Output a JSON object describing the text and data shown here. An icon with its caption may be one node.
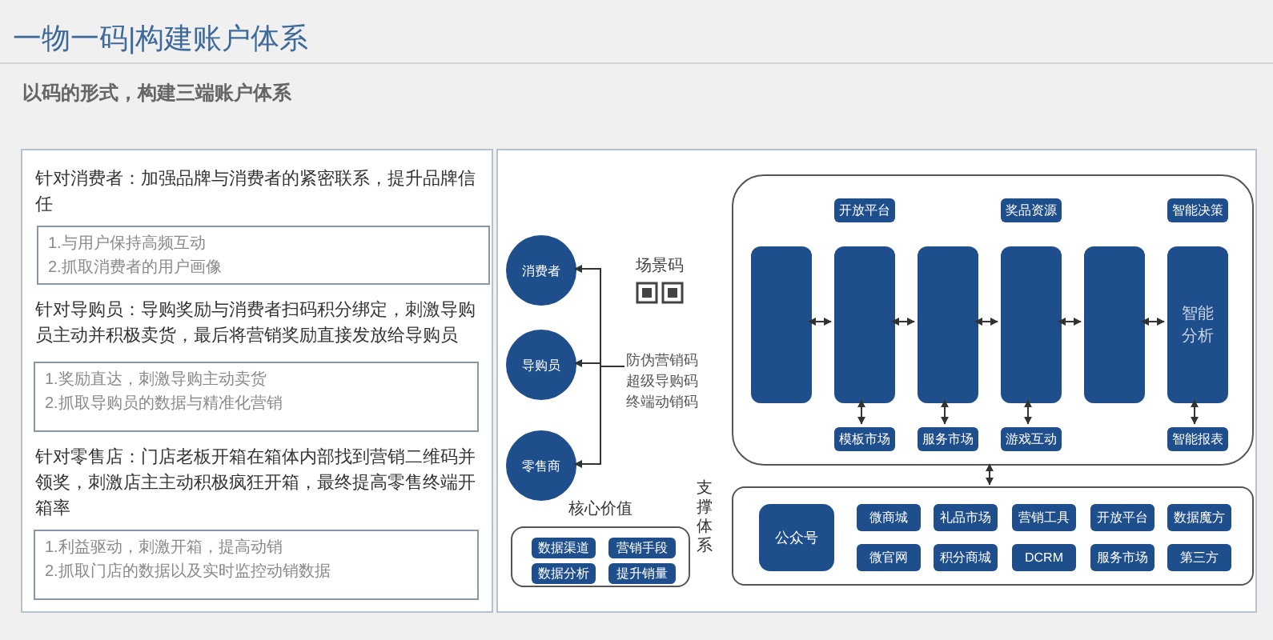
{
  "diagram": {
    "title": "一物一码|构建账户体系",
    "nodes": [
      {
        "text": [],
        "shape": "box"
      },
      {
        "text": [
          "1.与用户保持高频互动",
          "2.抓取消费者的用户画像"
        ],
        "in": 0
      },
      {
        "text": [
          "1.奖励直达，刺激导购主动卖货",
          "2.抓取导购员的数据与精准化营销"
        ],
        "in": 0
      },
      {
        "text": [
          "1.利益驱动，刺激开箱，提高动销",
          "2.抓取门店的数据以及实时监控动销数据"
        ],
        "in": 0
      },
      {
        "text": [],
        "shape": "box"
      },
      {
        "text": [
          "消费者"
        ],
        "in": 4
      },
      {
        "text": [
          "导购员"
        ],
        "in": 4
      },
      {
        "text": [
          "零售商"
        ],
        "in": 4
      },
      {
        "text": [
          "场景码"
        ],
        "beside": [
          "防伪营销码",
          "超级导购码",
          "终端动销码"
        ],
        "in": 4
      },
      {
        "text": [
          "核心价值"
        ],
        "in": 4
      },
      {
        "text": [
          "数据渠道"
        ],
        "in": 9
      },
      {
        "text": [
          "营销手段"
        ],
        "in": 9
      },
      {
        "text": [
          "数据分析"
        ],
        "in": 9
      },
      {
        "text": [
          "提升销量"
        ],
        "in": 9
      },
      {
        "text": [],
        "shape": "box",
        "in": 4
      },
      {
        "text": [
          "开放平台"
        ],
        "in": 14
      },
      {
        "text": [
          "奖品资源"
        ],
        "in": 14
      },
      {
        "text": [
          "智能决策"
        ],
        "in": 14
      },
      {
        "text": [],
        "shape": "bar",
        "in": 14
      },
      {
        "text": [],
        "shape": "bar",
        "in": 14
      },
      {
        "text": [],
        "shape": "bar",
        "in": 14
      },
      {
        "text": [],
        "shape": "bar",
        "in": 14
      },
      {
        "text": [],
        "shape": "bar",
        "in": 14
      },
      {
        "text": [
          "智能分析"
        ],
        "in": 14
      },
      {
        "text": [
          "模板市场"
        ],
        "in": 14
      },
      {
        "text": [
          "服务市场"
        ],
        "in": 14
      },
      {
        "text": [
          "游戏互动"
        ],
        "in": 14
      },
      {
        "text": [
          "智能报表"
        ],
        "in": 14
      },
      {
        "text": [],
        "shape": "box",
        "beside": [
          "支撑体系"
        ],
        "in": 4
      },
      {
        "text": [
          "公众号"
        ],
        "in": 28
      },
      {
        "text": [
          "微商城"
        ],
        "in": 28
      },
      {
        "text": [
          "礼品市场"
        ],
        "in": 28
      },
      {
        "text": [
          "营销工具"
        ],
        "in": 28
      },
      {
        "text": [
          "开放平台"
        ],
        "in": 28
      },
      {
        "text": [
          "数据魔方"
        ],
        "in": 28
      },
      {
        "text": [
          "微官网"
        ],
        "in": 28
      },
      {
        "text": [
          "积分商城"
        ],
        "in": 28
      },
      {
        "text": [
          "DCRM"
        ],
        "in": 28
      },
      {
        "text": [
          "服务市场"
        ],
        "in": 28
      },
      {
        "text": [
          "第三方"
        ],
        "in": 28
      }
    ],
    "edges": [
      {
        "from": 8,
        "to": 5,
        "arrow": "to"
      },
      {
        "from": 8,
        "to": 6,
        "arrow": "to"
      },
      {
        "from": 8,
        "to": 7,
        "arrow": "to"
      },
      {
        "from": 18,
        "to": 19,
        "arrow": "both"
      },
      {
        "from": 19,
        "to": 20,
        "arrow": "both"
      },
      {
        "from": 20,
        "to": 21,
        "arrow": "both"
      },
      {
        "from": 21,
        "to": 22,
        "arrow": "both"
      },
      {
        "from": 22,
        "to": 23,
        "arrow": "both"
      },
      {
        "from": 19,
        "to": 24,
        "arrow": "both"
      },
      {
        "from": 20,
        "to": 25,
        "arrow": "both"
      },
      {
        "from": 21,
        "to": 26,
        "arrow": "both"
      },
      {
        "from": 23,
        "to": 27,
        "arrow": "both"
      },
      {
        "from": 14,
        "to": 28,
        "arrow": "both"
      }
    ],
    "labels": [
      "以码的形式，构建三端账户体系",
      "针对消费者：加强品牌与消费者的紧密联系，提升品牌信任",
      "针对导购员：导购奖励与消费者扫码积分绑定，刺激导购员主动并积极卖货，最后将营销奖励直接发放给导购员",
      "针对零售店：门店老板开箱在箱体内部找到营销二维码并领奖，刺激店主主动积极疯狂开箱，最终提高零售终端开箱率"
    ]
  }
}
